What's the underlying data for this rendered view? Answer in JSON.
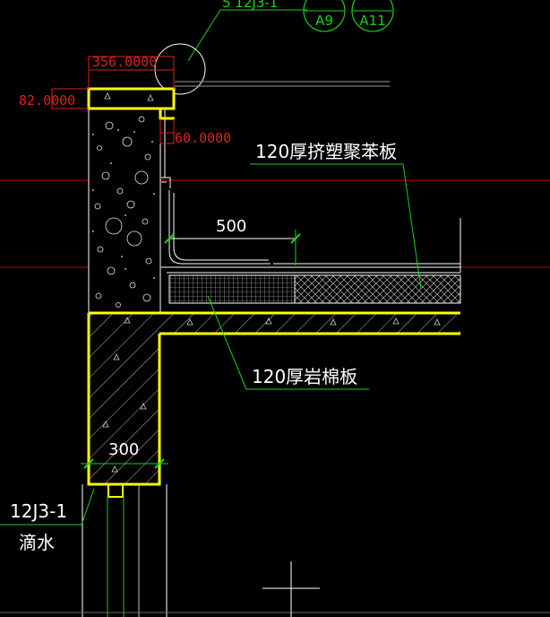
{
  "colors": {
    "background": "#000000",
    "outline_yellow": "#ffff00",
    "leader_green": "#19d219",
    "dimension_red": "#e02020",
    "text_white": "#ffffff",
    "line_white": "#ffffff",
    "crosshair_red": "#cc0000"
  },
  "top_refs": {
    "partial_label": "5 12J3-1",
    "bubble_a": "A9",
    "bubble_b": "A11"
  },
  "dimensions": {
    "coping_width": "356.0000",
    "coping_height": "82.0000",
    "coping_drip": "60.0000",
    "flashing_length": "500",
    "beam_width": "300"
  },
  "notes": {
    "xps_board": "120厚挤塑聚苯板",
    "rock_wool_board": "120厚岩棉板"
  },
  "drip_ref": {
    "code": "12J3-1",
    "label": "滴水"
  }
}
